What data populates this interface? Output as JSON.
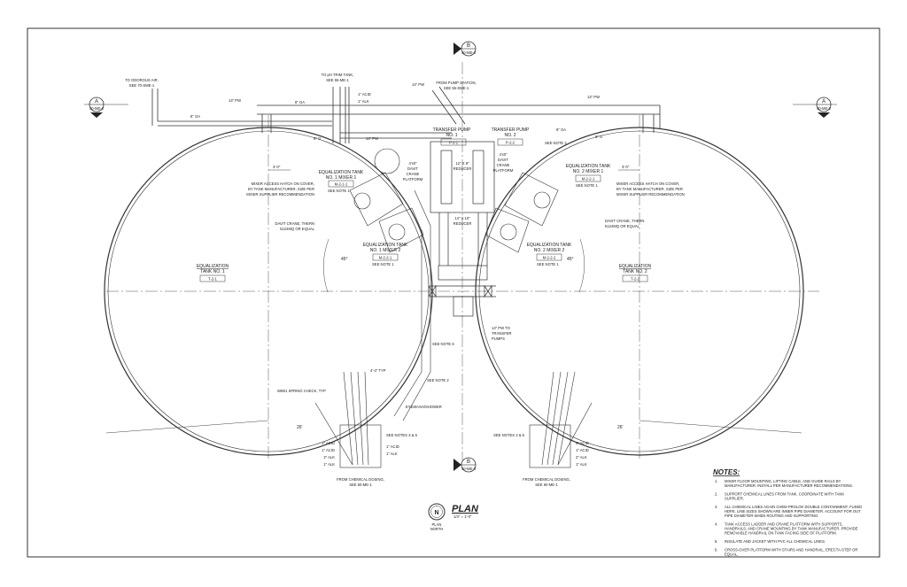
{
  "sections": {
    "top": {
      "letter": "B",
      "sheet": "40-ME-3"
    },
    "bottom": {
      "letter": "B",
      "sheet": "40-ME-3"
    },
    "left": {
      "letter": "A",
      "sheet": "40-ME-2"
    },
    "right": {
      "letter": "A",
      "sheet": "40-ME-2"
    }
  },
  "plan": {
    "title": "PLAN",
    "scale": "1/4\" = 1'-0\"",
    "north_letter": "N",
    "north_label_1": "PLAN",
    "north_label_2": "NORTH"
  },
  "pipes": {
    "to_odorous_1": "TO ODOROUS AIR,",
    "to_odorous_2": "SEE 70-SME-1",
    "oa8_left": "8\" OA",
    "pw14_left": "14\" PW",
    "oa8_mid": "8\" OA",
    "to_ph_1": "TO pH TRIM TANK,",
    "to_ph_2": "SEE 55-ME-1",
    "acid1": "1\" ACID",
    "alk1": "1\" ALK",
    "pw14_top": "14\" PW",
    "from_pump_1": "FROM PUMP STATION,",
    "from_pump_2": "SEE 55-SME-1",
    "pw14_right": "14\" PW",
    "oa8_right": "8\" OA",
    "o6_left": "6\" O",
    "o6_right": "6\" O",
    "pw14_mid": "14\" PW",
    "reducer1_1": "12\" X 8\"",
    "reducer1_2": "REDUCER",
    "reducer2_1": "14\" X 10\"",
    "reducer2_2": "REDUCER",
    "pw_to_1": "14\" PW TO",
    "pw_to_2": "TRANSFER",
    "pw_to_3": "PUMPS",
    "dim_left": "3'-0\"",
    "dim_right": "3'-0\""
  },
  "pumps": {
    "p1_name_1": "TRANSFER PUMP",
    "p1_name_2": "NO. 1",
    "p1_tag": "P-2-1",
    "p2_name_1": "TRANSFER PUMP",
    "p2_name_2": "NO. 2",
    "p2_tag": "P-2-2",
    "see_note4": "SEE NOTE 4"
  },
  "platforms": {
    "left_1": "4'x0\"",
    "left_2": "DAVIT",
    "left_3": "CRANE",
    "left_4": "PLATFORM",
    "right_1": "4'x0\"",
    "right_2": "DAVIT",
    "right_3": "CRANE",
    "right_4": "PLATFORM"
  },
  "mixers": {
    "m1_1": "EQUALIZATION TANK",
    "m1_2": "NO. 1 MIXER 1",
    "m1_tag": "M-2-1-1",
    "m2_1": "EQUALIZATION TANK",
    "m2_2": "NO. 1 MIXER 2",
    "m2_tag": "M-2-2-1",
    "m3_1": "EQUALIZATION TANK",
    "m3_2": "NO. 2 MIXER 1",
    "m3_tag": "M-2-2-1",
    "m4_1": "EQUALIZATION TANK",
    "m4_2": "NO. 2 MIXER 2",
    "m4_tag": "M-2-2-2",
    "see_note1": "SEE NOTE 1"
  },
  "callouts": {
    "hatch_l1": "MIXER ACCESS HATCH ON COVER,",
    "hatch_l2": "BY TANK MANUFACTURER, SIZE PER",
    "hatch_l3": "MIXER SUPPLIER RECOMMENDATION",
    "hatch_r1": "MIXER ACCESS HATCH ON COVER,",
    "hatch_r2": "BY TANK MANUFACTURER, SIZE PER",
    "hatch_r3": "MIXER SUPPLIER RECOMMENDATION",
    "davit_l1": "DAVIT CRANE, THERN",
    "davit_l2": "5124MQ OR EQUAL",
    "davit_r1": "DAVIT CRANE, THERN",
    "davit_r2": "5124MQ OR EQUAL",
    "see_note6": "SEE NOTE 6",
    "see_note2": "SEE NOTE 2",
    "spring_check": "WB01 SPRING CHECK, TYP",
    "eyewash": "EYEWASH/SHOWER",
    "stair": "4'-3\" TYP",
    "angle45": "45°",
    "dim26_l": "26'",
    "dim26_r": "26'"
  },
  "tanks": {
    "t1_name_1": "EQUALIZATION",
    "t1_name_2": "TANK NO. 1",
    "t1_tag": "T-2-1",
    "t2_name_1": "EQUALIZATION",
    "t2_name_2": "TANK NO. 2",
    "t2_tag": "T-2-2"
  },
  "chem": {
    "see_notes": "SEE NOTES 3 & 5",
    "acid2": "2\" ACID",
    "acid1": "1\" ACID",
    "alk2": "2\" ALK",
    "alk1": "1\" ALK",
    "from_l1": "FROM CHEMICAL DOSING,",
    "from_l2": "SEE 60-ME-1",
    "from_r1": "FROM CHEMICAL DOSING,",
    "from_r2": "SEE 60-ME-1"
  },
  "notes": {
    "heading": "NOTES:",
    "items": [
      {
        "num": "1.",
        "lines": [
          "MIXER FLOOR MOUNTING, LIFTING CABLE, AND GUIDE RAILS BY",
          "MANUFACTURER. INSTALL PER MANUFACTURER RECOMMENDATIONS."
        ]
      },
      {
        "num": "2.",
        "lines": [
          "SUPPORT CHEMICAL LINES FROM TANK. COORDINATE WITH TANK",
          "SUPPLIER."
        ]
      },
      {
        "num": "3.",
        "lines": [
          "ALL CHEMICAL LINES AGAIN CHEM PROLOK DOUBLE CONTAINMENT, FUSED",
          "HDPE. LINE SIZES SHOWN ARE INNER PIPE DIAMETER. ACCOUNT FOR OUT",
          "PIPE DIAMETER WHEN ROUTING AND SUPPORTING."
        ]
      },
      {
        "num": "4.",
        "lines": [
          "TANK ACCESS LADDER AND CRANE PLATFORM WITH SUPPORTS,",
          "HANDRAILS, AND CRANE MOUNTING BY TANK MANUFACTURER. PROVIDE",
          "REMOVABLE HANDRAIL ON TANK FACING SIDE OF PLATFORM."
        ]
      },
      {
        "num": "5.",
        "lines": [
          "INSULATE AND JACKET WITH PVC ALL CHEMICAL LINES."
        ]
      },
      {
        "num": "6.",
        "lines": [
          "CROSS-OVER PLATFORM WITH STAIRS AND HANDRAIL, ERECTA-STEP OR",
          "EQUAL."
        ]
      }
    ]
  }
}
